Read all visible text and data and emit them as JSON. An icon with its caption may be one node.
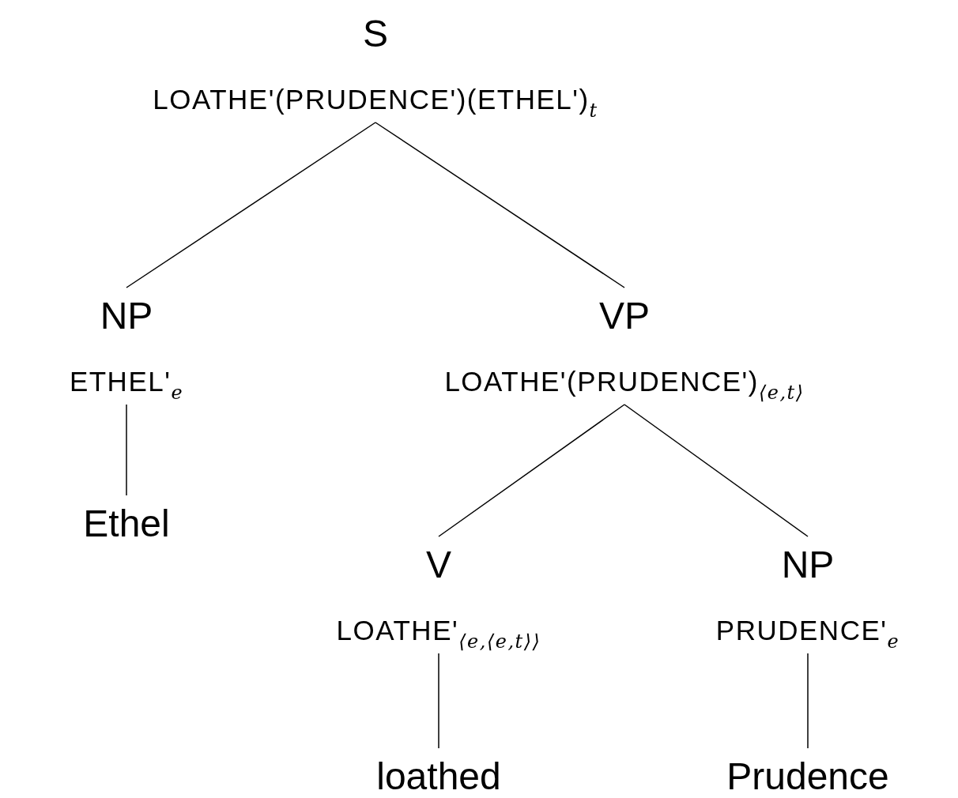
{
  "diagram": {
    "nodes": [
      {
        "text": [
          "S",
          "LOATHE'(PRUDENCE')(ETHEL')$_{t}$"
        ]
      },
      {
        "text": [
          "NP",
          "ETHEL'$_{e}$"
        ]
      },
      {
        "text": [
          "VP",
          "LOATHE'(PRUDENCE')$_{⟨e,t⟩}$"
        ]
      },
      {
        "text": [
          "Ethel"
        ]
      },
      {
        "text": [
          "V",
          "LOATHE'$_{⟨e,⟨e,t⟩⟩}$"
        ]
      },
      {
        "text": [
          "NP",
          "PRUDENCE'$_{e}$"
        ]
      },
      {
        "text": [
          "loathed"
        ]
      },
      {
        "text": [
          "Prudence"
        ]
      }
    ],
    "edges": [
      {
        "from": 0,
        "to": 1,
        "arrow": "none"
      },
      {
        "from": 0,
        "to": 2,
        "arrow": "none"
      },
      {
        "from": 1,
        "to": 3,
        "arrow": "none"
      },
      {
        "from": 2,
        "to": 4,
        "arrow": "none"
      },
      {
        "from": 2,
        "to": 5,
        "arrow": "none"
      },
      {
        "from": 4,
        "to": 6,
        "arrow": "none"
      },
      {
        "from": 5,
        "to": 7,
        "arrow": "none"
      }
    ]
  }
}
